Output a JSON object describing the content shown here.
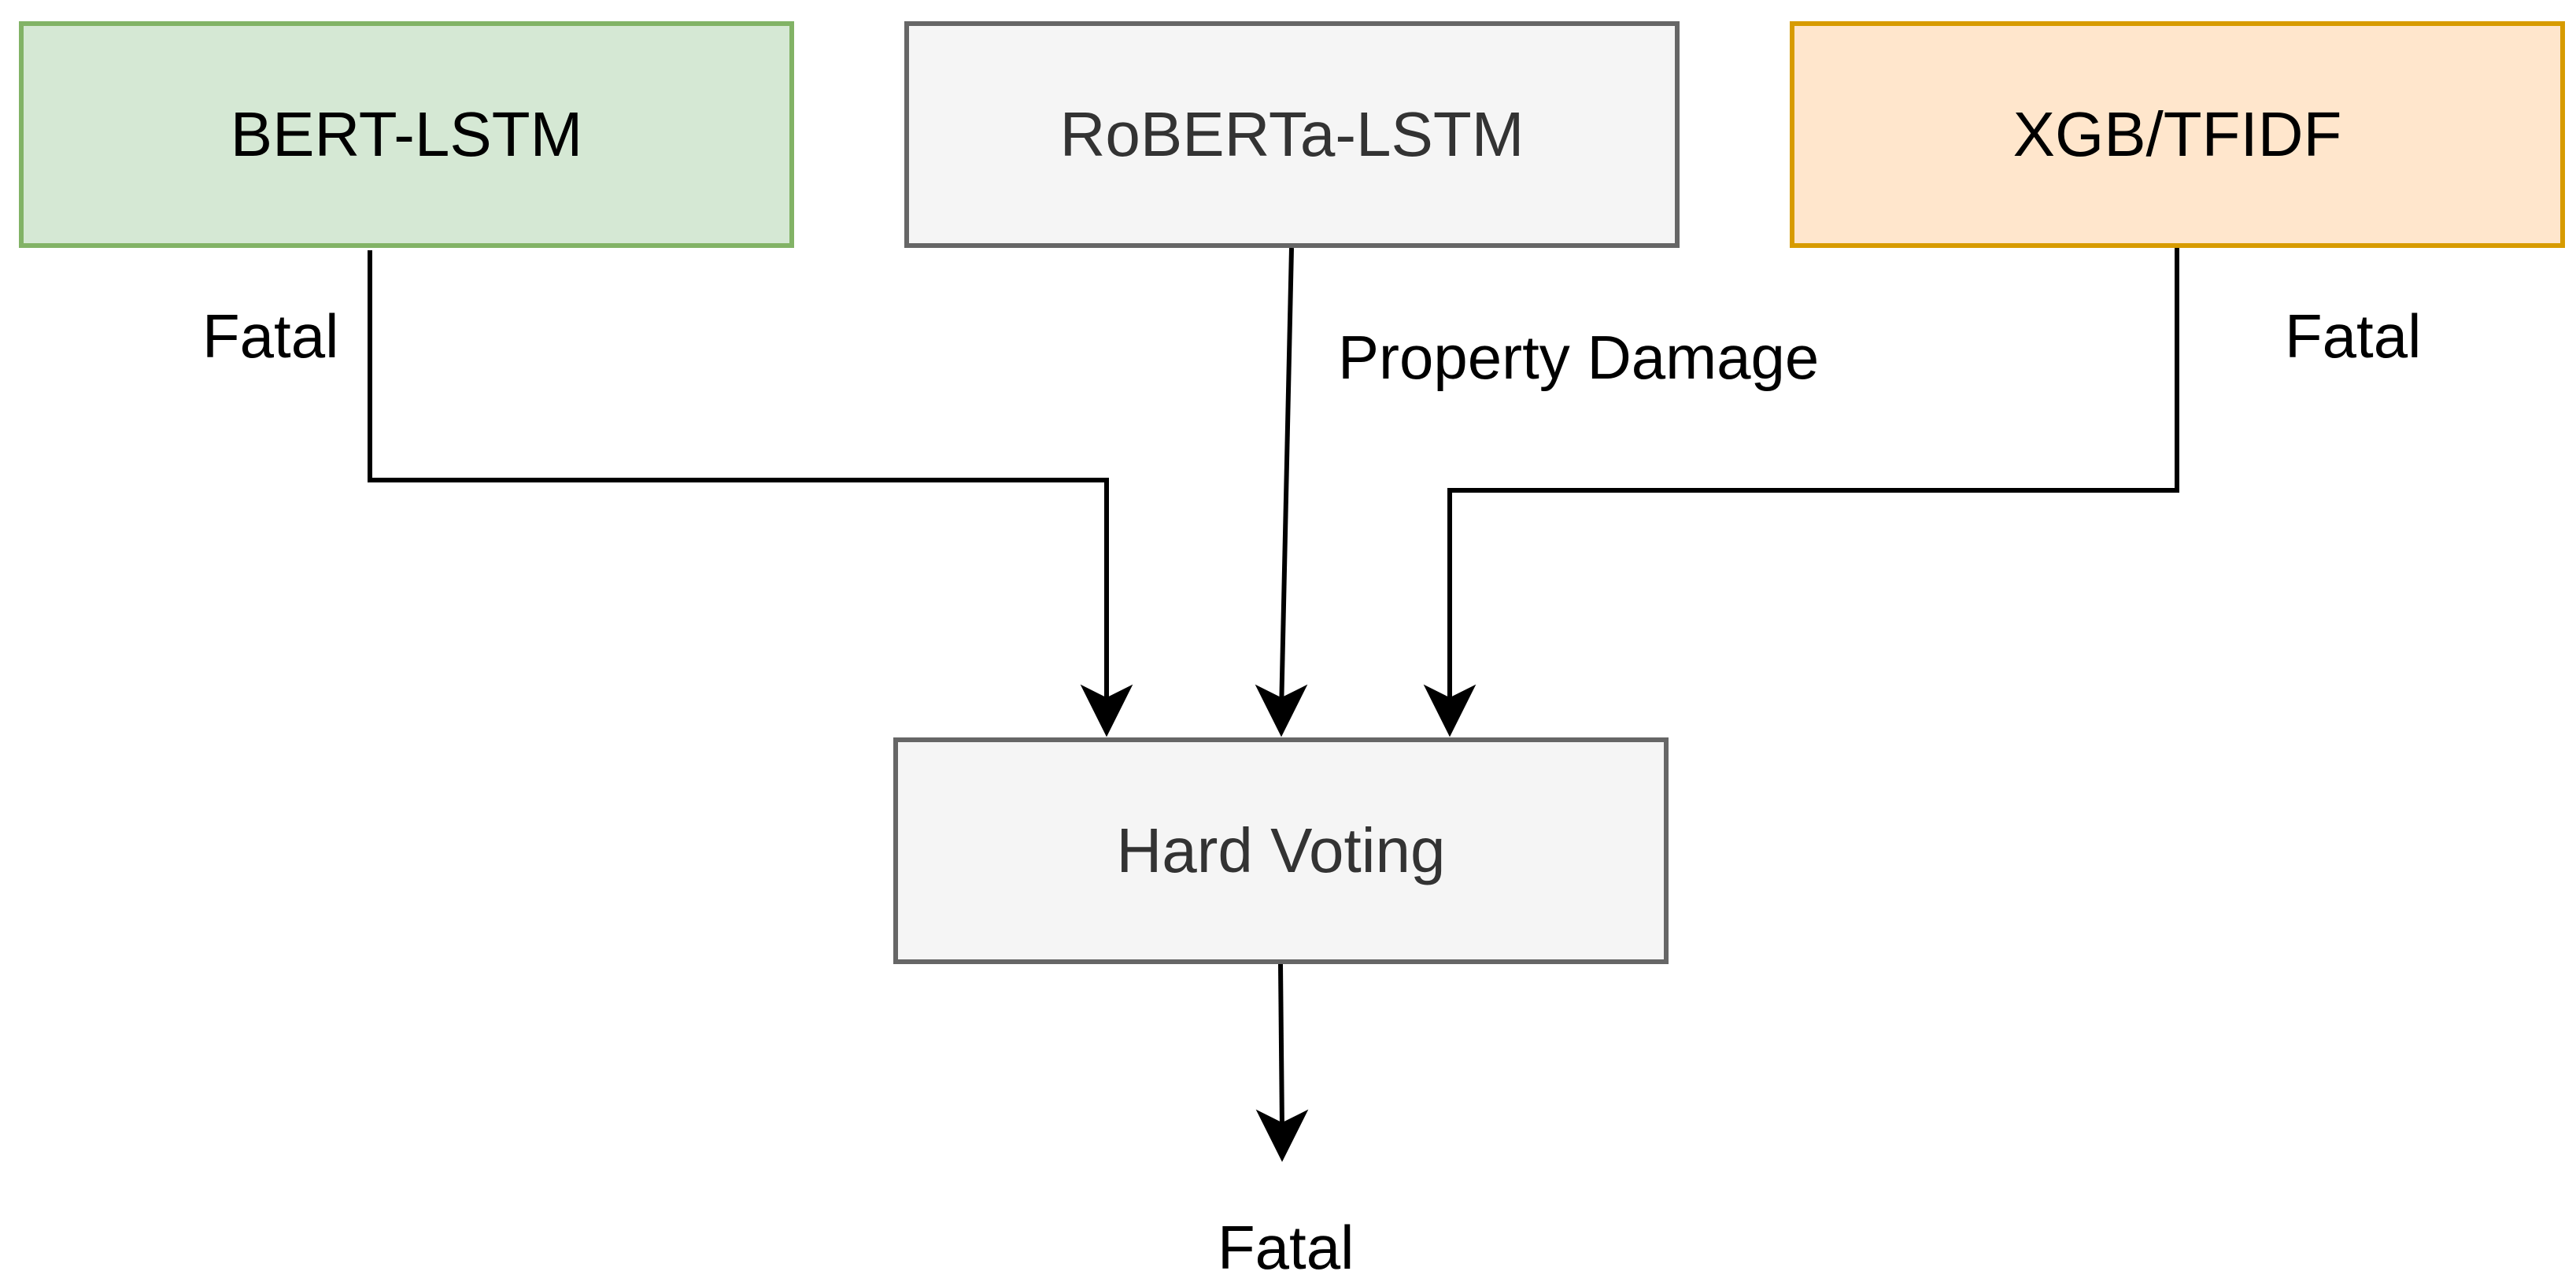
{
  "nodes": {
    "bert": {
      "label": "BERT-LSTM",
      "fill": "#d5e8d4",
      "stroke": "#82b366",
      "text_color": "#000000"
    },
    "roberta": {
      "label": "RoBERTa-LSTM",
      "fill": "#f5f5f5",
      "stroke": "#666666",
      "text_color": "#333333"
    },
    "xgb": {
      "label": "XGB/TFIDF",
      "fill": "#ffe6cc",
      "stroke": "#d79b00",
      "text_color": "#000000"
    },
    "voting": {
      "label": "Hard Voting",
      "fill": "#f5f5f5",
      "stroke": "#666666",
      "text_color": "#333333"
    }
  },
  "edges": {
    "bert_to_voting": {
      "label": "Fatal"
    },
    "roberta_to_voting": {
      "label": "Property Damage"
    },
    "xgb_to_voting": {
      "label": "Fatal"
    },
    "voting_output": {
      "label": "Fatal"
    }
  },
  "colors": {
    "edge": "#000000",
    "background": "#ffffff"
  }
}
